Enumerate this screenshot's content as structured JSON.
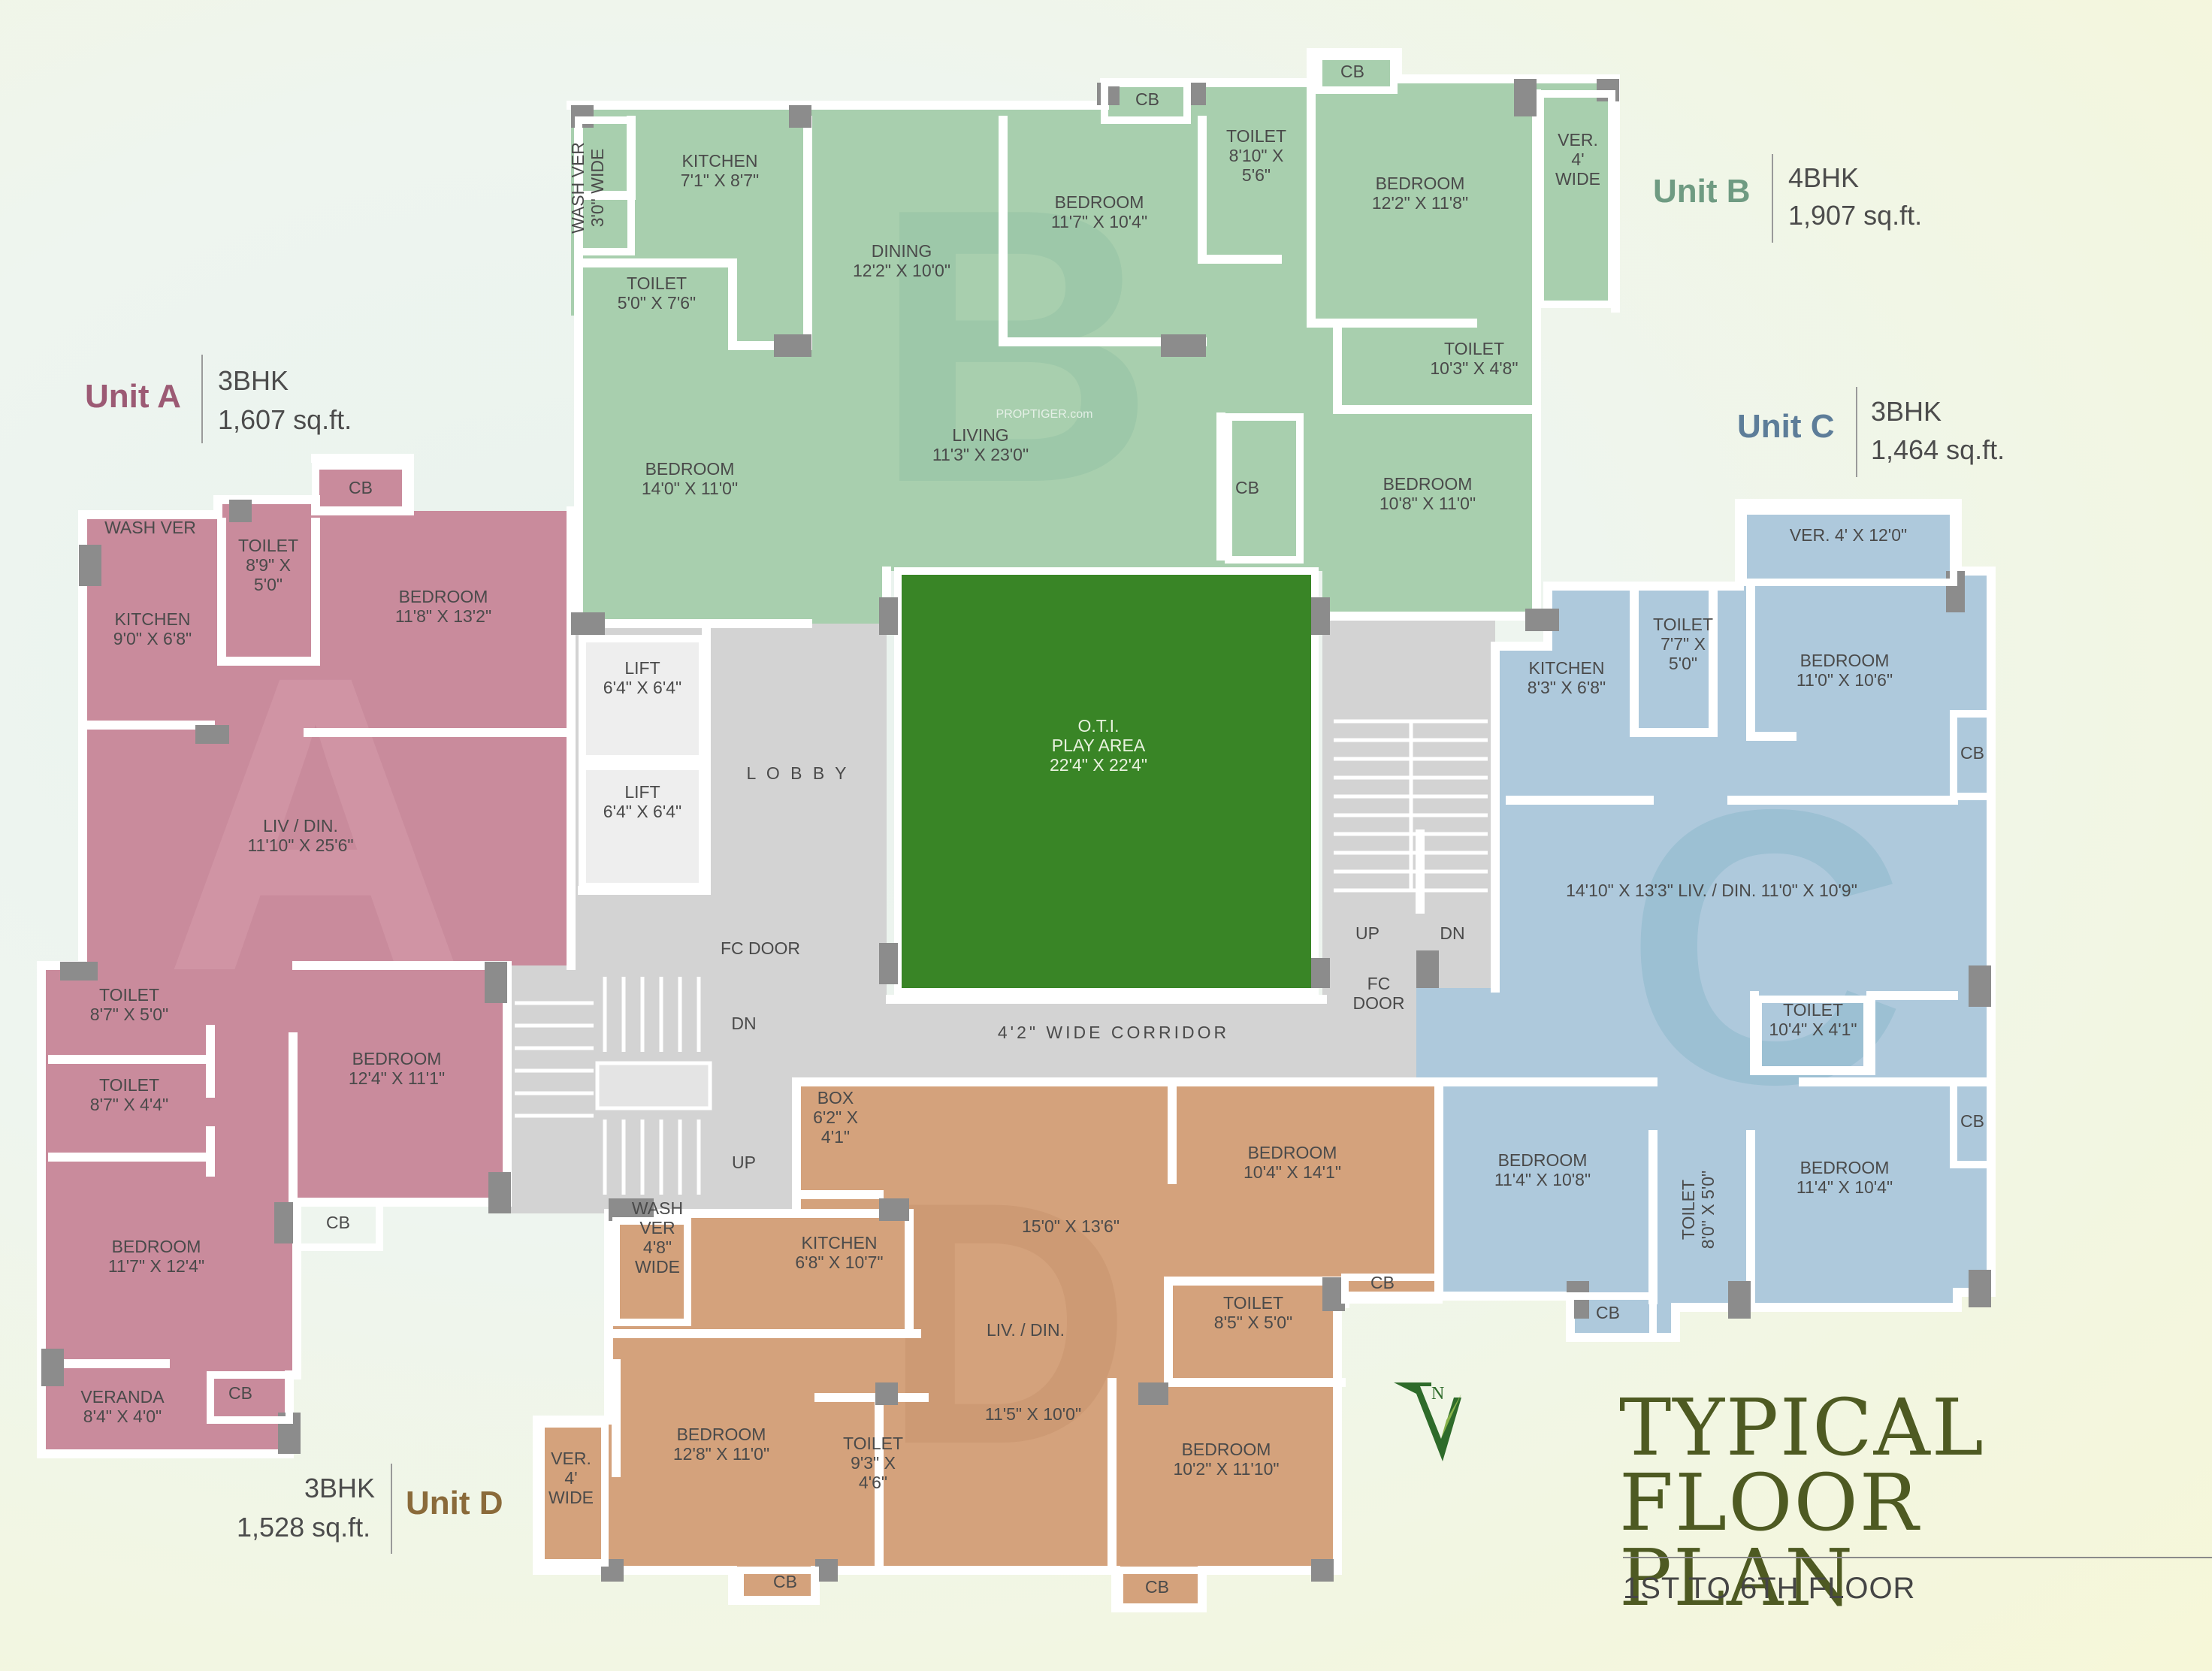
{
  "title": {
    "line1": "TYPICAL",
    "line2": "FLOOR PLAN",
    "subtitle": "1ST TO 6TH FLOOR"
  },
  "units": {
    "a": {
      "name": "Unit A",
      "type": "3BHK",
      "area": "1,607 sq.ft.",
      "color": "#c98b9c",
      "letter": "A"
    },
    "b": {
      "name": "Unit B",
      "type": "4BHK",
      "area": "1,907 sq.ft.",
      "color": "#a8cfae",
      "letter": "B"
    },
    "c": {
      "name": "Unit C",
      "type": "3BHK",
      "area": "1,464 sq.ft.",
      "color": "#aec9dc",
      "letter": "C"
    },
    "d": {
      "name": "Unit D",
      "type": "3BHK",
      "area": "1,528 sq.ft.",
      "color": "#d4a27c",
      "letter": "D"
    }
  },
  "common_color": "#d3d3d3",
  "lawn_color": "#3f8a2a",
  "compass": "N",
  "watermark": "PROPTIGER.com",
  "rooms": {
    "a_washver": [
      "WASH VER"
    ],
    "a_toilet1": [
      "TOILET",
      "8'9\" X",
      "5'0\""
    ],
    "a_kitchen": [
      "KITCHEN",
      "9'0\" X 6'8\""
    ],
    "a_cb1": [
      "CB"
    ],
    "a_bed1": [
      "BEDROOM",
      "11'8\" X 13'2\""
    ],
    "a_livdin": [
      "LIV / DIN.",
      "11'10\" X 25'6\""
    ],
    "a_toilet2": [
      "TOILET",
      "8'7\" X 5'0\""
    ],
    "a_toilet3": [
      "TOILET",
      "8'7\" X 4'4\""
    ],
    "a_bed2": [
      "BEDROOM",
      "12'4\" X 11'1\""
    ],
    "a_cb2": [
      "CB"
    ],
    "a_bed3": [
      "BEDROOM",
      "11'7\" X 12'4\""
    ],
    "a_veranda": [
      "VERANDA",
      "8'4\" X 4'0\""
    ],
    "a_cb3": [
      "CB"
    ],
    "b_washver": [
      "WASH VER",
      "3'0\" WIDE"
    ],
    "b_kitchen": [
      "KITCHEN",
      "7'1\" X 8'7\""
    ],
    "b_toilet1": [
      "TOILET",
      "5'0\" X 7'6\""
    ],
    "b_dining": [
      "DINING",
      "12'2\" X 10'0\""
    ],
    "b_living": [
      "LIVING",
      "11'3\" X 23'0\""
    ],
    "b_bed1": [
      "BEDROOM",
      "14'0\" X 11'0\""
    ],
    "b_bed2": [
      "BEDROOM",
      "11'7\" X 10'4\""
    ],
    "b_cb1": [
      "CB"
    ],
    "b_cb2": [
      "CB"
    ],
    "b_toilet2": [
      "TOILET",
      "8'10\" X",
      "5'6\""
    ],
    "b_bed3": [
      "BEDROOM",
      "12'2\" X 11'8\""
    ],
    "b_ver": [
      "VER.",
      "4'",
      "WIDE"
    ],
    "b_toilet3": [
      "TOILET",
      "10'3\" X 4'8\""
    ],
    "b_cb3": [
      "CB"
    ],
    "b_bed4": [
      "BEDROOM",
      "10'8\" X 11'0\""
    ],
    "lift1": [
      "LIFT",
      "6'4\" X 6'4\""
    ],
    "lift2": [
      "LIFT",
      "6'4\" X 6'4\""
    ],
    "lobby": [
      "L O B B Y"
    ],
    "fc_door1": [
      "FC DOOR"
    ],
    "stair_dn1": [
      "DN"
    ],
    "stair_up1": [
      "UP"
    ],
    "play_area": [
      "O.T.I.",
      "PLAY AREA",
      "22'4\" X 22'4\""
    ],
    "corridor": [
      "4'2\" WIDE CORRIDOR"
    ],
    "stair_up2": [
      "UP"
    ],
    "stair_dn2": [
      "DN"
    ],
    "fc_door2": [
      "FC",
      "DOOR"
    ],
    "c_ver": [
      "VER. 4' X 12'0\""
    ],
    "c_kitchen": [
      "KITCHEN",
      "8'3\" X 6'8\""
    ],
    "c_toilet1": [
      "TOILET",
      "7'7\" X",
      "5'0\""
    ],
    "c_bed1": [
      "BEDROOM",
      "11'0\" X 10'6\""
    ],
    "c_cb1": [
      "CB"
    ],
    "c_livdin": [
      "14'10\" X 13'3\"     LIV. / DIN.     11'0\" X 10'9\""
    ],
    "c_toilet2": [
      "TOILET",
      "10'4\" X 4'1\""
    ],
    "c_cb2": [
      "CB"
    ],
    "c_bed2": [
      "BEDROOM",
      "11'4\" X 10'8\""
    ],
    "c_toilet3": [
      "TOILET",
      "8'0\" X 5'0\""
    ],
    "c_bed3": [
      "BEDROOM",
      "11'4\" X 10'4\""
    ],
    "c_cb3": [
      "CB"
    ],
    "c_cb4": [
      "CB"
    ],
    "d_box": [
      "BOX",
      "6'2\" X",
      "4'1\""
    ],
    "d_washver": [
      "WASH",
      "VER",
      "4'8\"",
      "WIDE"
    ],
    "d_kitchen": [
      "KITCHEN",
      "6'8\" X 10'7\""
    ],
    "d_livdin1": [
      "15'0\" X 13'6\""
    ],
    "d_bed1": [
      "BEDROOM",
      "10'4\" X 14'1\""
    ],
    "d_livdin2": [
      "LIV. / DIN."
    ],
    "d_toilet1": [
      "TOILET",
      "8'5\" X 5'0\""
    ],
    "d_livdin3": [
      "11'5\" X 10'0\""
    ],
    "d_bed2": [
      "BEDROOM",
      "12'8\" X 11'0\""
    ],
    "d_toilet2": [
      "TOILET",
      "9'3\" X",
      "4'6\""
    ],
    "d_bed3": [
      "BEDROOM",
      "10'2\" X 11'10\""
    ],
    "d_ver": [
      "VER.",
      "4'",
      "WIDE"
    ],
    "d_cb1": [
      "CB"
    ],
    "d_cb2": [
      "CB"
    ]
  }
}
